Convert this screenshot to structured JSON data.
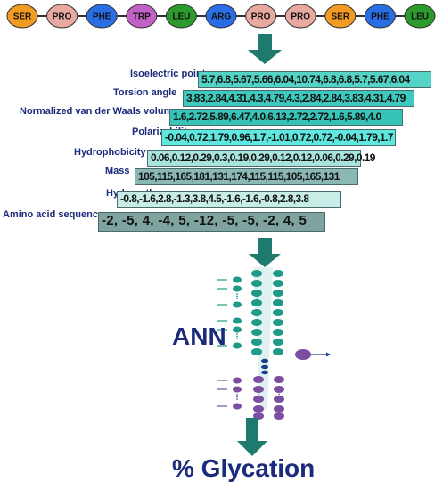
{
  "amino_acids": [
    {
      "name": "SER",
      "color": "#f39a23"
    },
    {
      "name": "PRO",
      "color": "#e8aaa0"
    },
    {
      "name": "PHE",
      "color": "#2a6ee6"
    },
    {
      "name": "TRP",
      "color": "#c262c7"
    },
    {
      "name": "LEU",
      "color": "#2c9a2c"
    },
    {
      "name": "ARG",
      "color": "#2a6ee6"
    },
    {
      "name": "PRO",
      "color": "#e8aaa0"
    },
    {
      "name": "PRO",
      "color": "#e8aaa0"
    },
    {
      "name": "SER",
      "color": "#f39a23"
    },
    {
      "name": "PHE",
      "color": "#2a6ee6"
    },
    {
      "name": "LEU",
      "color": "#2c9a2c"
    }
  ],
  "features": [
    {
      "label": "Isoelectric point",
      "values": "5.7,6.8,5.67,5.66,6.04,10.74,6.8,6.8,5.7,5.67,6.04",
      "color": "#53d4c6"
    },
    {
      "label": "Torsion angle",
      "values": "3.83,2.84,4.31,4.3,4.79,4.3,2.84,2.84,3.83,4.31,4.79",
      "color": "#3dc9bd"
    },
    {
      "label": "Normalized van der Waals volume",
      "values": "1.6,2.72,5.89,6.47,4.0,6.13,2.72,2.72,1.6,5.89,4.0",
      "color": "#37c4b8"
    },
    {
      "label": "Polarizability",
      "values": "-0.04,0.72,1.79,0.96,1.7,-1.01,0.72,0.72,-0.04,1.79,1.7",
      "color": "#5ee8e0"
    },
    {
      "label": "Hydrophobicity",
      "values": "0.06,0.12,0.29,0.3,0.19,0.29,0.12,0.12,0.06,0.29,0.19",
      "color": "#a8e4db"
    },
    {
      "label": "Mass",
      "values": "105,115,165,181,131,174,115,115,105,165,131",
      "color": "#8ab8b2"
    },
    {
      "label": "Hydropathy",
      "values": "-0.8,-1.6,2.8,-1.3,3.8,4.5,-1.6,-1.6,-0.8,2.8,3.8",
      "color": "#c8ece6"
    },
    {
      "label": "Amino acid sequence",
      "values": "-2, -5, 4, -4, 5, -12, -5, -5, -2, 4, 5",
      "color": "#7fa39f"
    }
  ],
  "colors": {
    "arrow": "#1f7a6e",
    "node_teal": "#1f9a86",
    "node_purple": "#7a4ea0",
    "node_navy": "#1b3f8a",
    "label": "#1b2a7a"
  },
  "ann_label": "ANN",
  "output_label": "% Glycation"
}
